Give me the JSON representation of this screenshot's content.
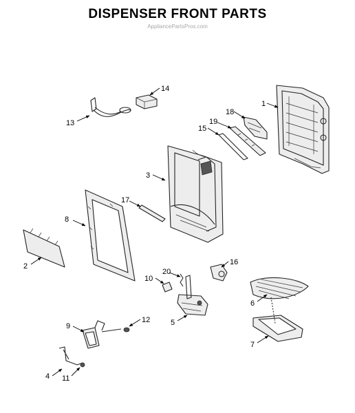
{
  "title": "DISPENSER FRONT PARTS",
  "watermark": "AppliancePartsPros.com",
  "callouts": {
    "c1": "1",
    "c2": "2",
    "c3": "3",
    "c4": "4",
    "c5": "5",
    "c6": "6",
    "c7": "7",
    "c8": "8",
    "c9": "9",
    "c10": "10",
    "c11": "11",
    "c12": "12",
    "c13": "13",
    "c14": "14",
    "c15": "15",
    "c16": "16",
    "c17": "17",
    "c18": "18",
    "c19": "19",
    "c20": "20"
  }
}
